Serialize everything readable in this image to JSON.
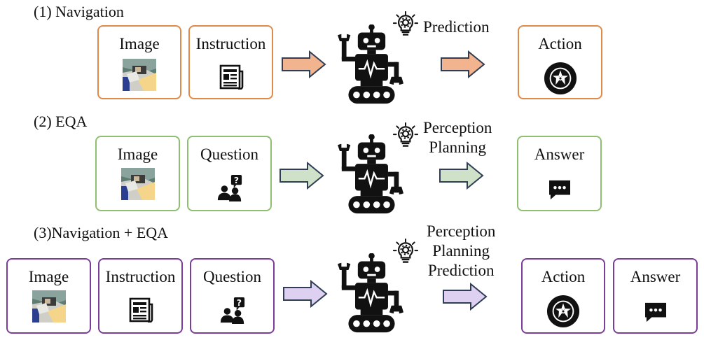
{
  "sections": [
    {
      "title": "(1) Navigation",
      "inputs": [
        "Image",
        "Instruction"
      ],
      "outputs_text": [
        "Prediction"
      ],
      "results": [
        "Action"
      ]
    },
    {
      "title": "(2) EQA",
      "inputs": [
        "Image",
        "Question"
      ],
      "outputs_text": [
        "Perception",
        "Planning"
      ],
      "results": [
        "Answer"
      ]
    },
    {
      "title": "(3)Navigation +  EQA",
      "inputs": [
        "Image",
        "Instruction",
        "Question"
      ],
      "outputs_text": [
        "Perception",
        "Planning",
        "Prediction"
      ],
      "results": [
        "Action",
        "Answer"
      ]
    }
  ],
  "colors": {
    "navigation_border": "#e08a4a",
    "navigation_arrow": "#f2b48e",
    "eqa_border": "#8fbf73",
    "eqa_arrow": "#cfe1c8",
    "combined_border": "#7b3e98",
    "combined_arrow": "#ddd0f0",
    "arrow_outline": "#2f3d55"
  },
  "icons": {
    "image": "scene-thumbnail-icon",
    "instruction": "document-icon",
    "question": "people-question-icon",
    "action": "wheel-icon",
    "answer": "chat-bubble-icon",
    "model": "robot-icon",
    "idea": "lightbulb-gear-icon"
  }
}
